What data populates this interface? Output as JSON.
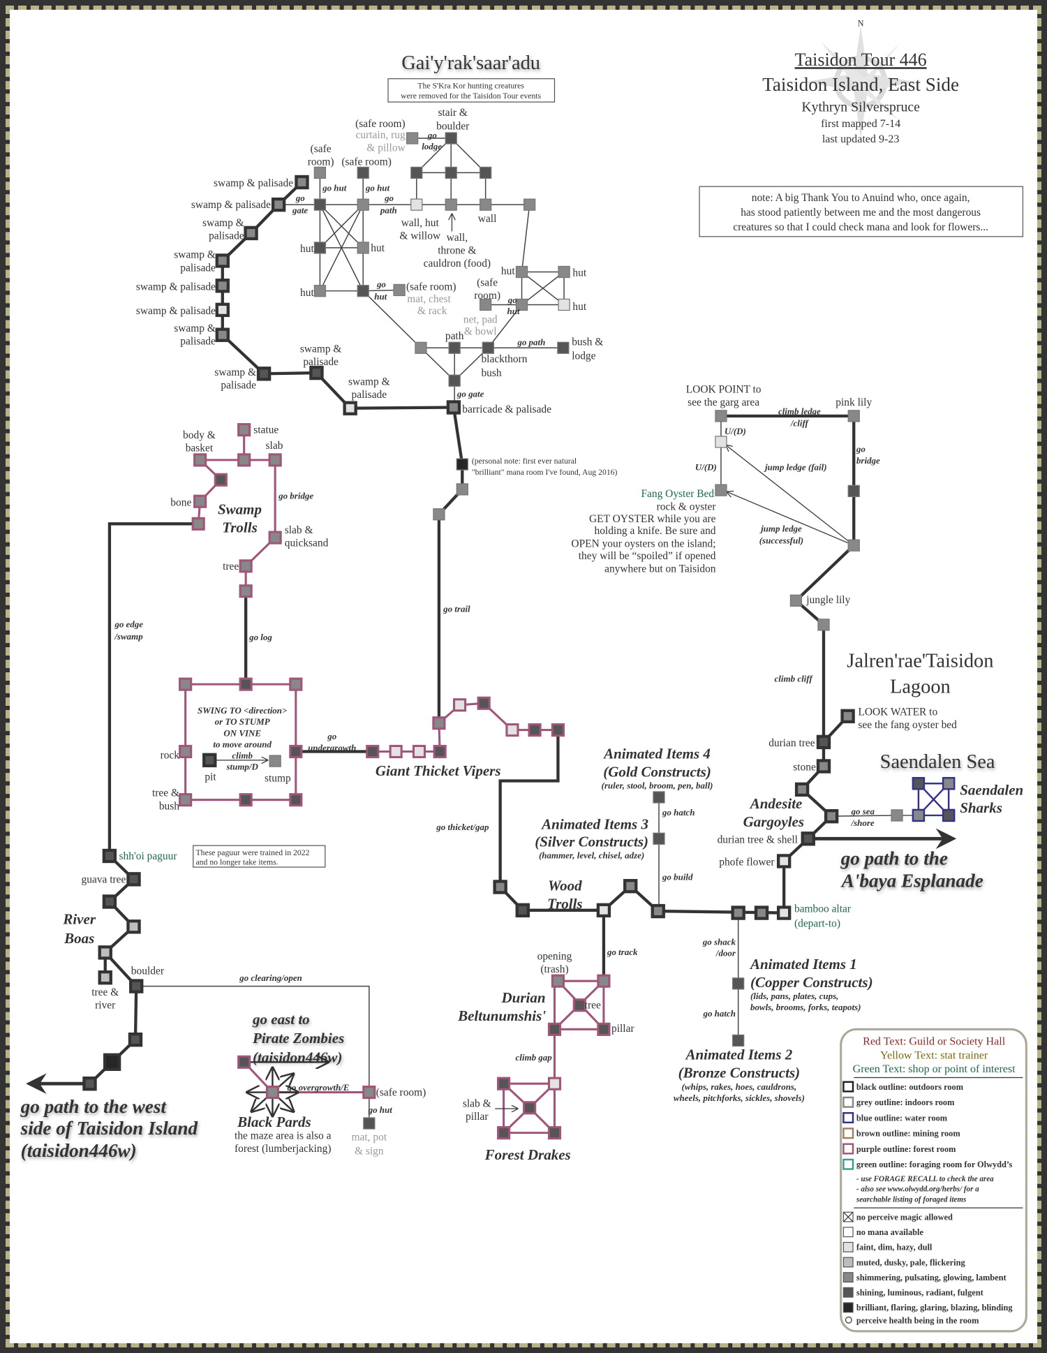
{
  "title": {
    "tour": "Taisidon Tour 446",
    "region": "Taisidon Island, East Side",
    "author": "Kythryn Silverspruce",
    "first_mapped": "first mapped 7-14",
    "last_updated": "last updated 9-23",
    "compass_north": "N"
  },
  "thanks_note": [
    "note: A big Thank You to Anuind who, once again,",
    "has stood patiently between me and the most dangerous",
    "creatures so that I could check mana and look for flowers..."
  ],
  "gai": {
    "title": "Gai'y'rak'saar'adu",
    "note": [
      "The S'Kra Kor hunting creatures",
      "were removed for the Taisidon Tour events"
    ],
    "swamp1": "swamp & palisade",
    "swamp2": "swamp & palisade",
    "swamp3": [
      "swamp &",
      "palisade"
    ],
    "swamp4": [
      "swamp &",
      "palisade"
    ],
    "swamp5": "swamp & palisade",
    "swamp6": "swamp & palisade",
    "swamp7": [
      "swamp &",
      "palisade"
    ],
    "swamp8": [
      "swamp &",
      "palisade"
    ],
    "swamp9": [
      "swamp &",
      "palisade"
    ],
    "swamp10": [
      "swamp &",
      "palisade"
    ],
    "barricade": "barricade & palisade",
    "safe_room_1": [
      "(safe",
      "room)"
    ],
    "safe_room_2": "(safe room)",
    "safe_room_3": "(safe room)",
    "curtain": [
      "curtain, rug",
      "& pillow"
    ],
    "stair": [
      "stair &",
      "boulder"
    ],
    "go_lodge": [
      "go",
      "lodge"
    ],
    "go_hut_1": "go hut",
    "go_hut_2": "go hut",
    "go_gate": [
      "go",
      "gate"
    ],
    "go_path": [
      "go",
      "path"
    ],
    "hut_1": "hut",
    "hut_2": "hut",
    "hut_3": "hut",
    "go_hut_3": [
      "go",
      "hut"
    ],
    "safe_room_4": "(safe room)",
    "mat_chest": [
      "mat, chest",
      "& rack"
    ],
    "wall_hut": [
      "wall, hut",
      "& willow"
    ],
    "wall_throne": [
      "wall,",
      "throne &",
      "cauldron (food)"
    ],
    "wall": "wall",
    "hut_4": "hut",
    "hut_5": "hut",
    "hut_6": "hut",
    "safe_room_5": [
      "(safe",
      "room)"
    ],
    "go_hut_4": [
      "go",
      "hut"
    ],
    "net_pad": [
      "net, pad",
      "& bowl"
    ],
    "path": "path",
    "go_path_2": "go path",
    "bush_lodge": [
      "bush &",
      "lodge"
    ],
    "blackthorn": [
      "blackthorn",
      "bush"
    ],
    "go_gate_2": "go gate"
  },
  "personal_note": [
    "(personal note:  first ever natural",
    "\"brilliant\" mana room I've found, Aug 2016)"
  ],
  "go_trail": "go trail",
  "lagoon": {
    "look_point": [
      "LOOK POINT to",
      "see the garg area"
    ],
    "climb_ledge": [
      "climb ledge",
      "/cliff"
    ],
    "pink_lily": "pink lily",
    "ud_1": "U/(D)",
    "ud_2": "U/(D)",
    "jump_fail": "jump ledge (fail)",
    "go_bridge": [
      "go",
      "bridge"
    ],
    "fang_oyster": "Fang Oyster Bed",
    "oyster_info": [
      "rock & oyster",
      "GET OYSTER while you are",
      "holding a knife.  Be sure and",
      "OPEN your oysters on the island;",
      "they will be “spoiled” if opened",
      "anywhere but on Taisidon"
    ],
    "jump_success": [
      "jump ledge",
      "(successful)"
    ],
    "jungle_lily": "jungle lily",
    "title": [
      "Jalren'rae'Taisidon",
      "Lagoon"
    ],
    "climb_cliff": "climb cliff",
    "look_water": [
      "LOOK WATER to",
      "see the fang oyster bed"
    ],
    "durian_tree": "durian tree",
    "stone": "stone",
    "gargoyles": [
      "Andesite",
      "Gargoyles"
    ],
    "durian_shell": "durian tree & shell",
    "phofe": "phofe flower",
    "bamboo": [
      "bamboo altar",
      "(depart-to)"
    ],
    "go_sea": [
      "go sea",
      "/shore"
    ],
    "sea_title": "Saendalen Sea",
    "sharks": [
      "Saendalen",
      "Sharks"
    ],
    "esplanade": [
      "go path to the",
      "A'baya Esplanade"
    ]
  },
  "swamp_trolls": {
    "body_basket": [
      "body &",
      "basket"
    ],
    "statue": "statue",
    "slab": "slab",
    "title": [
      "Swamp",
      "Trolls"
    ],
    "go_bridge": "go bridge",
    "bone": "bone",
    "slab_quicksand": [
      "slab &",
      "quicksand"
    ],
    "tree": "tree",
    "go_log": "go log",
    "go_edge": [
      "go edge",
      "/swamp"
    ]
  },
  "vine": {
    "swing": [
      "SWING TO <direction>",
      "or TO STUMP",
      "ON VINE",
      "to move around"
    ],
    "climb": [
      "climb",
      "stump/D"
    ],
    "rock": "rock",
    "pit": "pit",
    "stump": "stump",
    "tree_bush": [
      "tree &",
      "bush"
    ],
    "go_undergrowth": [
      "go",
      "undergrowth"
    ]
  },
  "vipers": "Giant Thicket Vipers",
  "go_thicket": "go thicket/gap",
  "wood_trolls": [
    "Wood",
    "Trolls"
  ],
  "animated": {
    "a4": [
      "Animated Items 4",
      "(Gold Constructs)",
      "(ruler, stool, broom, pen, ball)"
    ],
    "go_hatch_1": "go hatch",
    "a3": [
      "Animated Items 3",
      "(Silver Constructs)",
      "(hammer, level, chisel, adze)"
    ],
    "go_build": "go build",
    "go_shack": [
      "go shack",
      "/door"
    ],
    "a1": [
      "Animated Items 1",
      "(Copper Constructs)",
      "(lids, pans, plates, cups,",
      "bowls, brooms, forks, teapots)"
    ],
    "go_hatch_2": "go hatch",
    "a2": [
      "Animated Items 2",
      "(Bronze Constructs)",
      "(whips, rakes, hoes, cauldrons,",
      "wheels, pitchforks, sickles, shovels)"
    ]
  },
  "durian": {
    "opening": [
      "opening",
      "(trash)"
    ],
    "go_track": "go track",
    "title": [
      "Durian",
      "Beltunumshis'"
    ],
    "tree": "tree",
    "pillar": "pillar",
    "climb_gap": "climb gap",
    "slab_pillar": [
      "slab &",
      "pillar"
    ],
    "drakes": "Forest Drakes"
  },
  "river": {
    "shhoi": "shh'oi paguur",
    "paguur_note": [
      "These paguur were trained in 2022",
      "and no longer take items."
    ],
    "guava": "guava tree",
    "title": [
      "River",
      "Boas"
    ],
    "boulder": "boulder",
    "tree_river": [
      "tree &",
      "river"
    ],
    "go_clearing": "go clearing/open",
    "west": [
      "go path to the west",
      "side of Taisidon Island",
      "(taisidon446w)"
    ]
  },
  "pards": {
    "pirate": [
      "go east to",
      "Pirate Zombies",
      "(taisidon446w)"
    ],
    "go_overgrowth": "go overgrowth/E",
    "safe_room": "(safe room)",
    "go_hut": "go hut",
    "mat_pot": [
      "mat, pot",
      "& sign"
    ],
    "title": "Black Pards",
    "maze": [
      "the maze area is also a",
      "forest (lumberjacking)"
    ]
  },
  "legend": {
    "red": "Red Text: Guild or Society Hall",
    "yellow": "Yellow Text: stat trainer",
    "green": "Green Text: shop or point of interest",
    "outlines": [
      {
        "label": "black outline: outdoors room",
        "color": "#222222"
      },
      {
        "label": "grey outline: indoors room",
        "color": "#888888"
      },
      {
        "label": "blue outline: water room",
        "color": "#33338a"
      },
      {
        "label": "brown outline: mining room",
        "color": "#a08060"
      },
      {
        "label": "purple outline: forest room",
        "color": "#a0557a"
      },
      {
        "label": "green outline: foraging room for Olwydd’s",
        "color": "#3aa08a"
      }
    ],
    "forage_notes": [
      "- use FORAGE RECALL to check the area",
      "- also see www.olwydd.org/herbs/ for a",
      "searchable listing of foraged items"
    ],
    "mana": [
      {
        "label": "no perceive magic allowed",
        "fill": "#ffffff"
      },
      {
        "label": "no mana available",
        "fill": "#ffffff"
      },
      {
        "label": "faint, dim, hazy, dull",
        "fill": "#e2e2e2"
      },
      {
        "label": "muted, dusky, pale, flickering",
        "fill": "#bdbdbd"
      },
      {
        "label": "shimmering, pulsating, glowing, lambent",
        "fill": "#888888"
      },
      {
        "label": "shining, luminous, radiant, fulgent",
        "fill": "#555555"
      },
      {
        "label": "brilliant, flaring, glaring, blazing, blinding",
        "fill": "#262626"
      }
    ],
    "health": "perceive health being in the room"
  },
  "colors": {
    "outdoor": "#333333",
    "indoor": "#7a7a7a",
    "water": "#33338a",
    "forest": "#a0557a",
    "green_text": "#1d6a49"
  }
}
